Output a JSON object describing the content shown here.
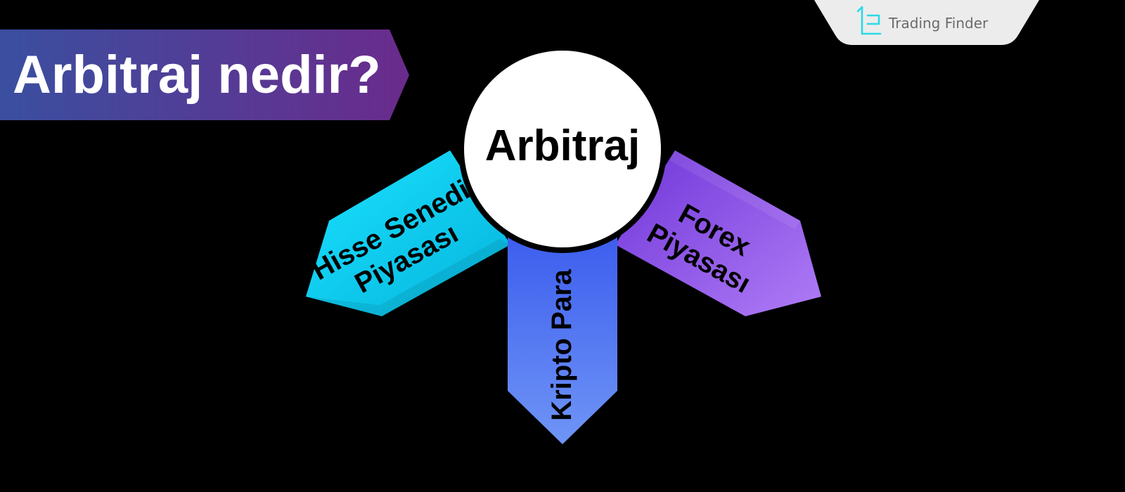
{
  "brand": {
    "name": "Trading Finder",
    "logo_icon": "trading-finder-logo-icon"
  },
  "title": "Arbitraj nedir?",
  "diagram": {
    "center": "Arbitraj",
    "branches": [
      {
        "id": "stock",
        "lines": [
          "Hisse Senedi",
          "Piyasası"
        ],
        "color_from": "#1ae2ff",
        "color_to": "#05b3dc"
      },
      {
        "id": "crypto",
        "lines": [
          "Kripto Para"
        ],
        "color_from": "#4d6cf0",
        "color_to": "#6a8ff6"
      },
      {
        "id": "forex",
        "lines": [
          "Forex",
          "Piyasası"
        ],
        "color_from": "#7c3fe0",
        "color_to": "#a470f2"
      }
    ]
  },
  "colors": {
    "background": "#000000",
    "title_banner_from": "#3a4fa0",
    "title_banner_to": "#6a2b8c",
    "brand_tab": "#ececec",
    "brand_accent": "#2bd9e6",
    "circle_fill": "#ffffff",
    "circle_ring": "#000000"
  }
}
